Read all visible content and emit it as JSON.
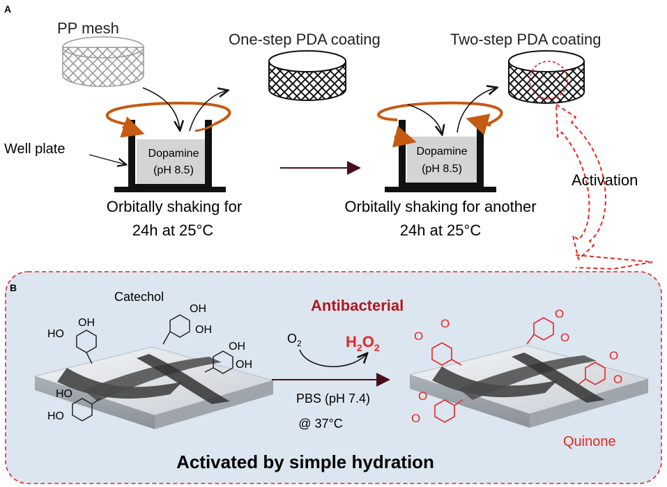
{
  "panel_a": {
    "letter": "A",
    "pp_mesh": "PP mesh",
    "one_step": "One-step PDA coating",
    "two_step": "Two-step PDA coating",
    "well_plate": "Well plate",
    "dopamine": "Dopamine",
    "ph": "(pH 8.5)",
    "shake1_line1": "Orbitally shaking for",
    "shake1_line2": "24h at 25°C",
    "shake2_line1": "Orbitally shaking for another",
    "shake2_line2": "24h at 25°C",
    "activation": "Activation"
  },
  "panel_b": {
    "letter": "B",
    "catechol": "Catechol",
    "antibacterial": "Antibacterial",
    "o2_base": "O",
    "o2_sub": "2",
    "h2o2_h": "H",
    "h2o2_sub1": "2",
    "h2o2_o": "O",
    "h2o2_sub2": "2",
    "pbs": "PBS (pH 7.4)",
    "temp": "@ 37°C",
    "quinone": "Quinone",
    "headline": "Activated by simple hydration",
    "oh": "OH",
    "ho": "HO",
    "o": "O"
  },
  "colors": {
    "red": "#e8251f",
    "dark_red": "#b0171b",
    "orange": "#c55a11",
    "arrow_dark": "#4a0f14",
    "panel_bg": "#dce6f1"
  }
}
